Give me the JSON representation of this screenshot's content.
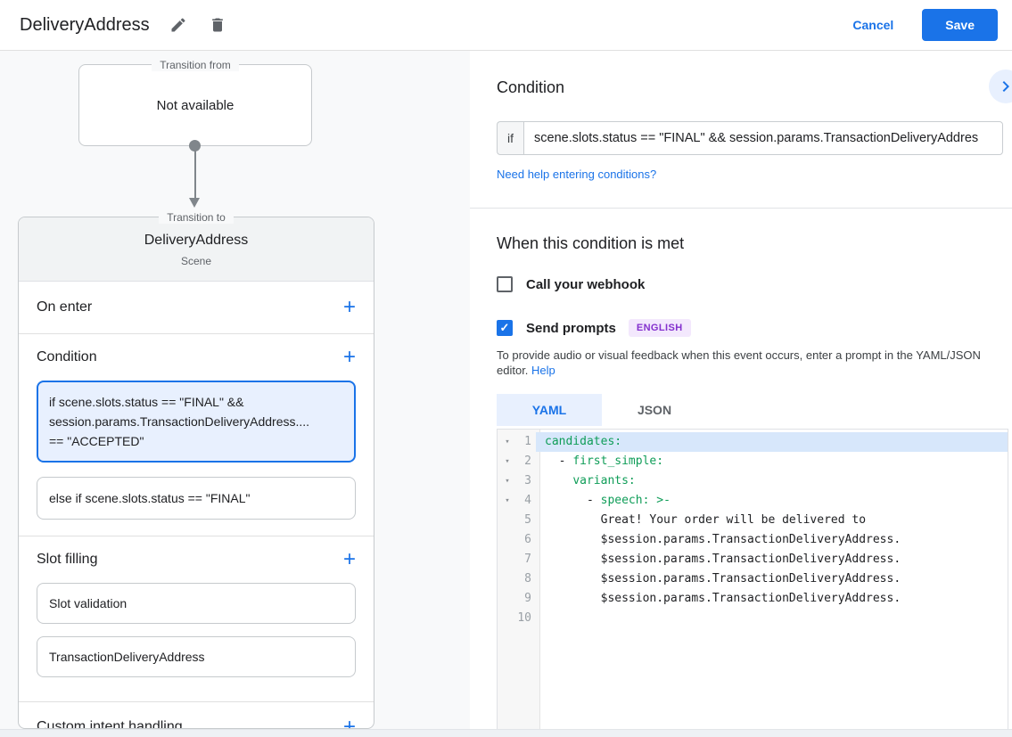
{
  "header": {
    "title": "DeliveryAddress",
    "cancel_label": "Cancel",
    "save_label": "Save"
  },
  "flow": {
    "from_label": "Transition from",
    "from_value": "Not available",
    "to_label": "Transition to",
    "scene_name": "DeliveryAddress",
    "scene_type": "Scene"
  },
  "scene_sections": {
    "on_enter": "On enter",
    "condition": "Condition",
    "slot_filling": "Slot filling",
    "custom_intent": "Custom intent handling"
  },
  "condition_cards": [
    {
      "text": "if scene.slots.status == \"FINAL\" &&\nsession.params.TransactionDeliveryAddress....\n== \"ACCEPTED\"",
      "selected": true
    },
    {
      "text": "else if scene.slots.status == \"FINAL\"",
      "selected": false
    }
  ],
  "slot_cards": [
    {
      "text": "Slot validation"
    },
    {
      "text": "TransactionDeliveryAddress"
    }
  ],
  "condition_panel": {
    "title": "Condition",
    "if_label": "if",
    "expression": "scene.slots.status == \"FINAL\" && session.params.TransactionDeliveryAddres",
    "help_link": "Need help entering conditions?"
  },
  "when_panel": {
    "title": "When this condition is met",
    "webhook": {
      "checked": false,
      "label": "Call your webhook"
    },
    "send_prompts": {
      "checked": true,
      "label": "Send prompts",
      "badge": "ENGLISH"
    },
    "hint_text": "To provide audio or visual feedback when this event occurs, enter a prompt in the YAML/JSON editor.",
    "hint_link": "Help"
  },
  "editor": {
    "tabs": [
      {
        "label": "YAML",
        "active": true
      },
      {
        "label": "JSON",
        "active": false
      }
    ],
    "lines": [
      {
        "n": "1",
        "fold": true,
        "hl": true,
        "segs": [
          [
            "k",
            "candidates:"
          ]
        ]
      },
      {
        "n": "2",
        "fold": true,
        "hl": false,
        "segs": [
          [
            "p",
            "  - "
          ],
          [
            "k",
            "first_simple:"
          ]
        ]
      },
      {
        "n": "3",
        "fold": true,
        "hl": false,
        "segs": [
          [
            "p",
            "    "
          ],
          [
            "k",
            "variants:"
          ]
        ]
      },
      {
        "n": "4",
        "fold": true,
        "hl": false,
        "segs": [
          [
            "p",
            "      - "
          ],
          [
            "k",
            "speech:"
          ],
          [
            "p",
            " "
          ],
          [
            "k",
            ">-"
          ]
        ]
      },
      {
        "n": "5",
        "fold": false,
        "hl": false,
        "segs": [
          [
            "p",
            "        Great! Your order will be delivered to"
          ]
        ]
      },
      {
        "n": "6",
        "fold": false,
        "hl": false,
        "segs": [
          [
            "p",
            "        $session.params.TransactionDeliveryAddress."
          ]
        ]
      },
      {
        "n": "7",
        "fold": false,
        "hl": false,
        "segs": [
          [
            "p",
            "        $session.params.TransactionDeliveryAddress."
          ]
        ]
      },
      {
        "n": "8",
        "fold": false,
        "hl": false,
        "segs": [
          [
            "p",
            "        $session.params.TransactionDeliveryAddress."
          ]
        ]
      },
      {
        "n": "9",
        "fold": false,
        "hl": false,
        "segs": [
          [
            "p",
            "        $session.params.TransactionDeliveryAddress."
          ]
        ]
      },
      {
        "n": "10",
        "fold": false,
        "hl": false,
        "segs": []
      }
    ]
  },
  "icons": {
    "edit": "pencil-icon",
    "delete": "trash-icon",
    "collapse": "chevron-right-icon",
    "add": "plus-icon",
    "check": "check-icon",
    "fold": "fold-arrow-icon"
  },
  "colors": {
    "accent": "#1a73e8",
    "selected_card_bg": "#e8f0fe",
    "selected_card_border": "#1a73e8",
    "yaml_key_green": "#0f9d58",
    "active_line_bg": "#d7e7fb",
    "badge_bg": "#f3e8fd",
    "badge_text": "#8430ce"
  }
}
